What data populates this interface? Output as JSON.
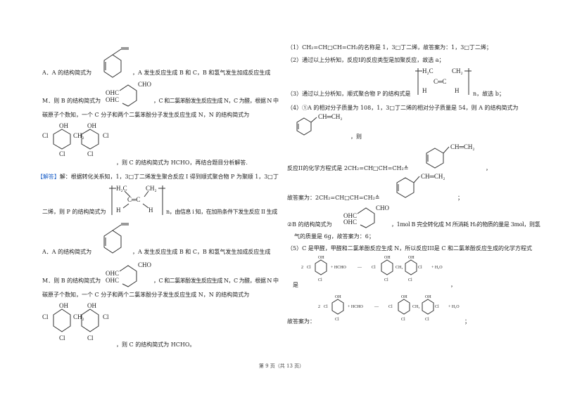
{
  "left": {
    "l1a": "A．A 的结构简式为",
    "l1b": "，A 发生反应生成 B 和 C，B 和氢气发生加成反应生成",
    "l2a": "M．则 B 的结构简式为",
    "l2b": "，C 和二氯苯酚发生反应生成 N，C 为醛，根据 N 中",
    "l3": "碳原子个数知，一个 C 分子和两个二氯苯酚分子发生反应生成 N，N 的结构简式为",
    "l4": "，则 C 的结构简式为 HCHO，再结合题目分析解答.",
    "answer_tag": "【解答】",
    "l5": "解：根据转化关系知，1，3□丁二烯发生聚合反应 I 得到顺式聚合物 P 为聚顺 1，3□丁",
    "l6a": "二烯，则 P 的结构简式为",
    "l6b": "n，由信息 i 知，在加热条件下发生反应 II 生成",
    "l7a": "A．A 的结构简式为",
    "l7b": "，A 发生反应生成 B 和 C，B 和氢气发生加成反应生成",
    "l8a": "M．则 B 的结构简式为",
    "l8b": "，C 和二氯苯酚发生反应生成 N，C 为醛，根据 N 中",
    "l9": "碳原子个数知，一个 C 分子和两个二氯苯酚分子发生反应生成 N，N 的结构简式为",
    "l10": "，则 C 的结构简式为 HCHO。"
  },
  "right": {
    "r1": "（1）CH₂=CH□CH=CH₂的名称是 1，3□丁二烯，故答案为：1，3□丁二烯；",
    "r2": "（2）通过以上分析知，反应I的反应类型是加聚反应，故选 a；",
    "r3a": "（3）通过以上分析知，顺式聚合物 P 的结构式是",
    "r3b": "n，故选 b；",
    "r4": "（4）①A 的相对分子质量为 108，1，3□丁二烯的相对分子质量是 54，则 A 的结构简式为",
    "r5": "，则",
    "r6a": "反应II的化学方程式是 2CH₂=CH□CH=CH₂≙",
    "r6b": "，",
    "r7a": "故答案为：2CH₂=CH□CH=CH₂≙",
    "r7b": "；",
    "r8a": "②B 的结构简式为",
    "r8b": "，1mol B 完全转化成 M 所消耗 H₂的物质的量是 3mol，则氢",
    "r9": "气的质量是 6g，故答案为：6；",
    "r10": "（5）C 是甲醛，甲醛和二氯苯酚反应生成 N，所以反应III是 C 和二氯苯酚反应生成的化学方程式",
    "r11": "是",
    "r11b": "，",
    "r12": "故答案为：",
    "r12b": "；"
  },
  "chem": {
    "vinyl": "CH═CH₂",
    "cho": "CHO",
    "ohc": "OHC",
    "h2c": "H₂C",
    "ch2": "CH₂",
    "c_eq_c": "C═C",
    "h": "H",
    "n": "n",
    "oh": "OH",
    "cl": "Cl",
    "ch2b": "CH₂",
    "coef": "2",
    "hcho": "+ HCHO",
    "arrow": "—",
    "h2o": "+ H₂O"
  },
  "footer": "第 9 页（共 13 页）"
}
